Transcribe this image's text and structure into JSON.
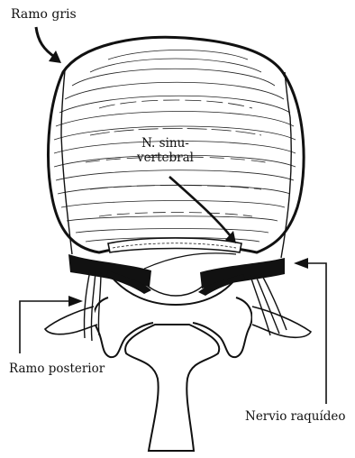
{
  "labels": {
    "ramo_gris": "Ramo gris",
    "sinu_line1": "N. sinu-",
    "sinu_line2": "vertebral",
    "ramo_posterior": "Ramo posterior",
    "nervio_raquideo": "Nervio raquídeo"
  },
  "colors": {
    "ink": "#111111",
    "background": "#ffffff"
  }
}
